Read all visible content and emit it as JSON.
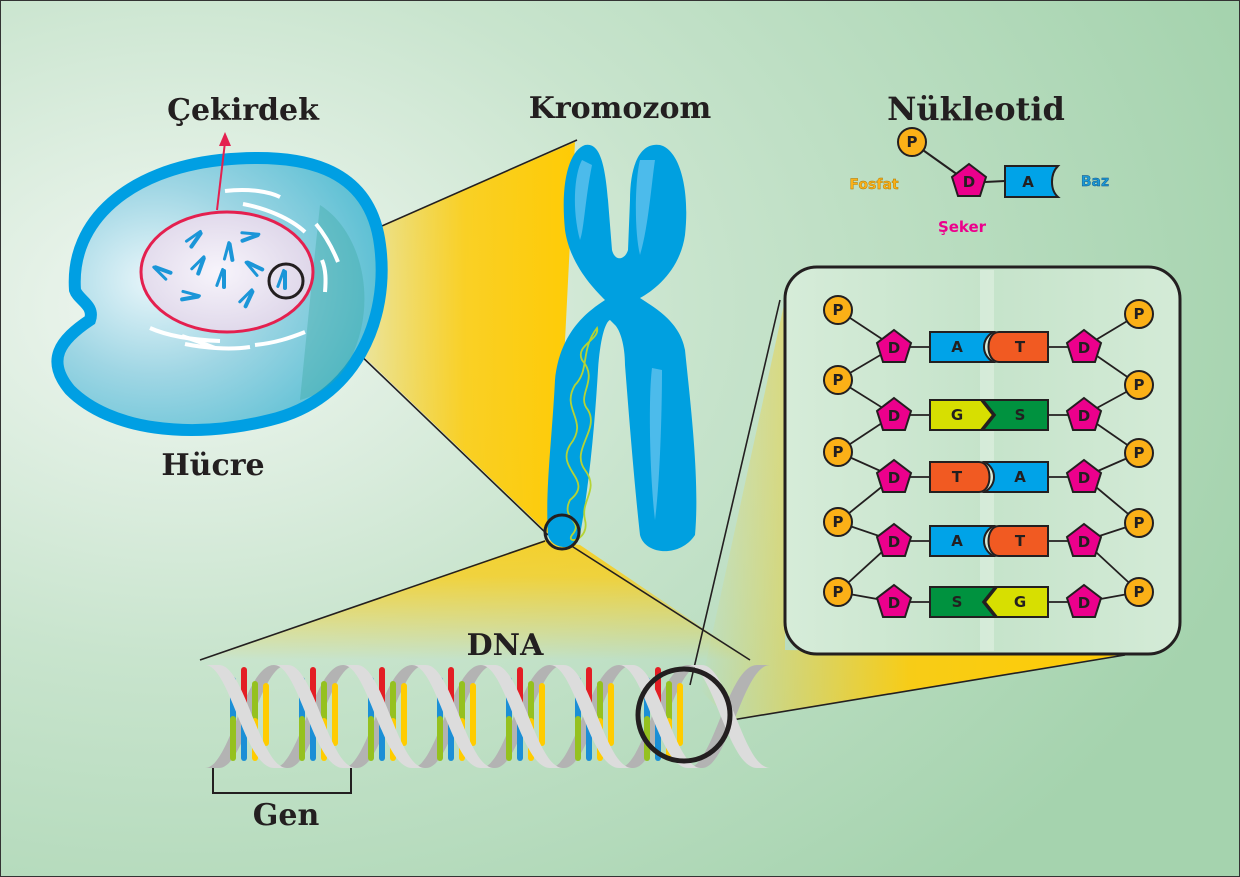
{
  "labels": {
    "nucleus": "Çekirdek",
    "chromosome": "Kromozom",
    "nucleotide": "Nükleotid",
    "cell": "Hücre",
    "dna": "DNA",
    "gene": "Gen"
  },
  "nucleotide_legend": {
    "phosphate_label": "Fosfat",
    "sugar_label": "Şeker",
    "base_label": "Baz",
    "phosphate_symbol": "P",
    "sugar_symbol": "D",
    "base_symbol": "A"
  },
  "base_pairs": [
    {
      "left": "A",
      "right": "T"
    },
    {
      "left": "G",
      "right": "S"
    },
    {
      "left": "T",
      "right": "A"
    },
    {
      "left": "A",
      "right": "T"
    },
    {
      "left": "S",
      "right": "G"
    }
  ],
  "strand_symbols": {
    "phosphate": "P",
    "sugar": "D"
  },
  "colors": {
    "phosphate": "#fbb017",
    "sugar": "#ec008c",
    "A": "#00a3e8",
    "T": "#f15a22",
    "G": "#d7df01",
    "S": "#00923f",
    "cell_membrane": "#009fe3",
    "nucleus_border": "#e4204f",
    "chromosome": "#00a0e0",
    "zoom_beam": "#ffcb05",
    "fosfat_text": "#fbb017",
    "seker_text": "#ec008c",
    "baz_text": "#1c9ad6"
  }
}
